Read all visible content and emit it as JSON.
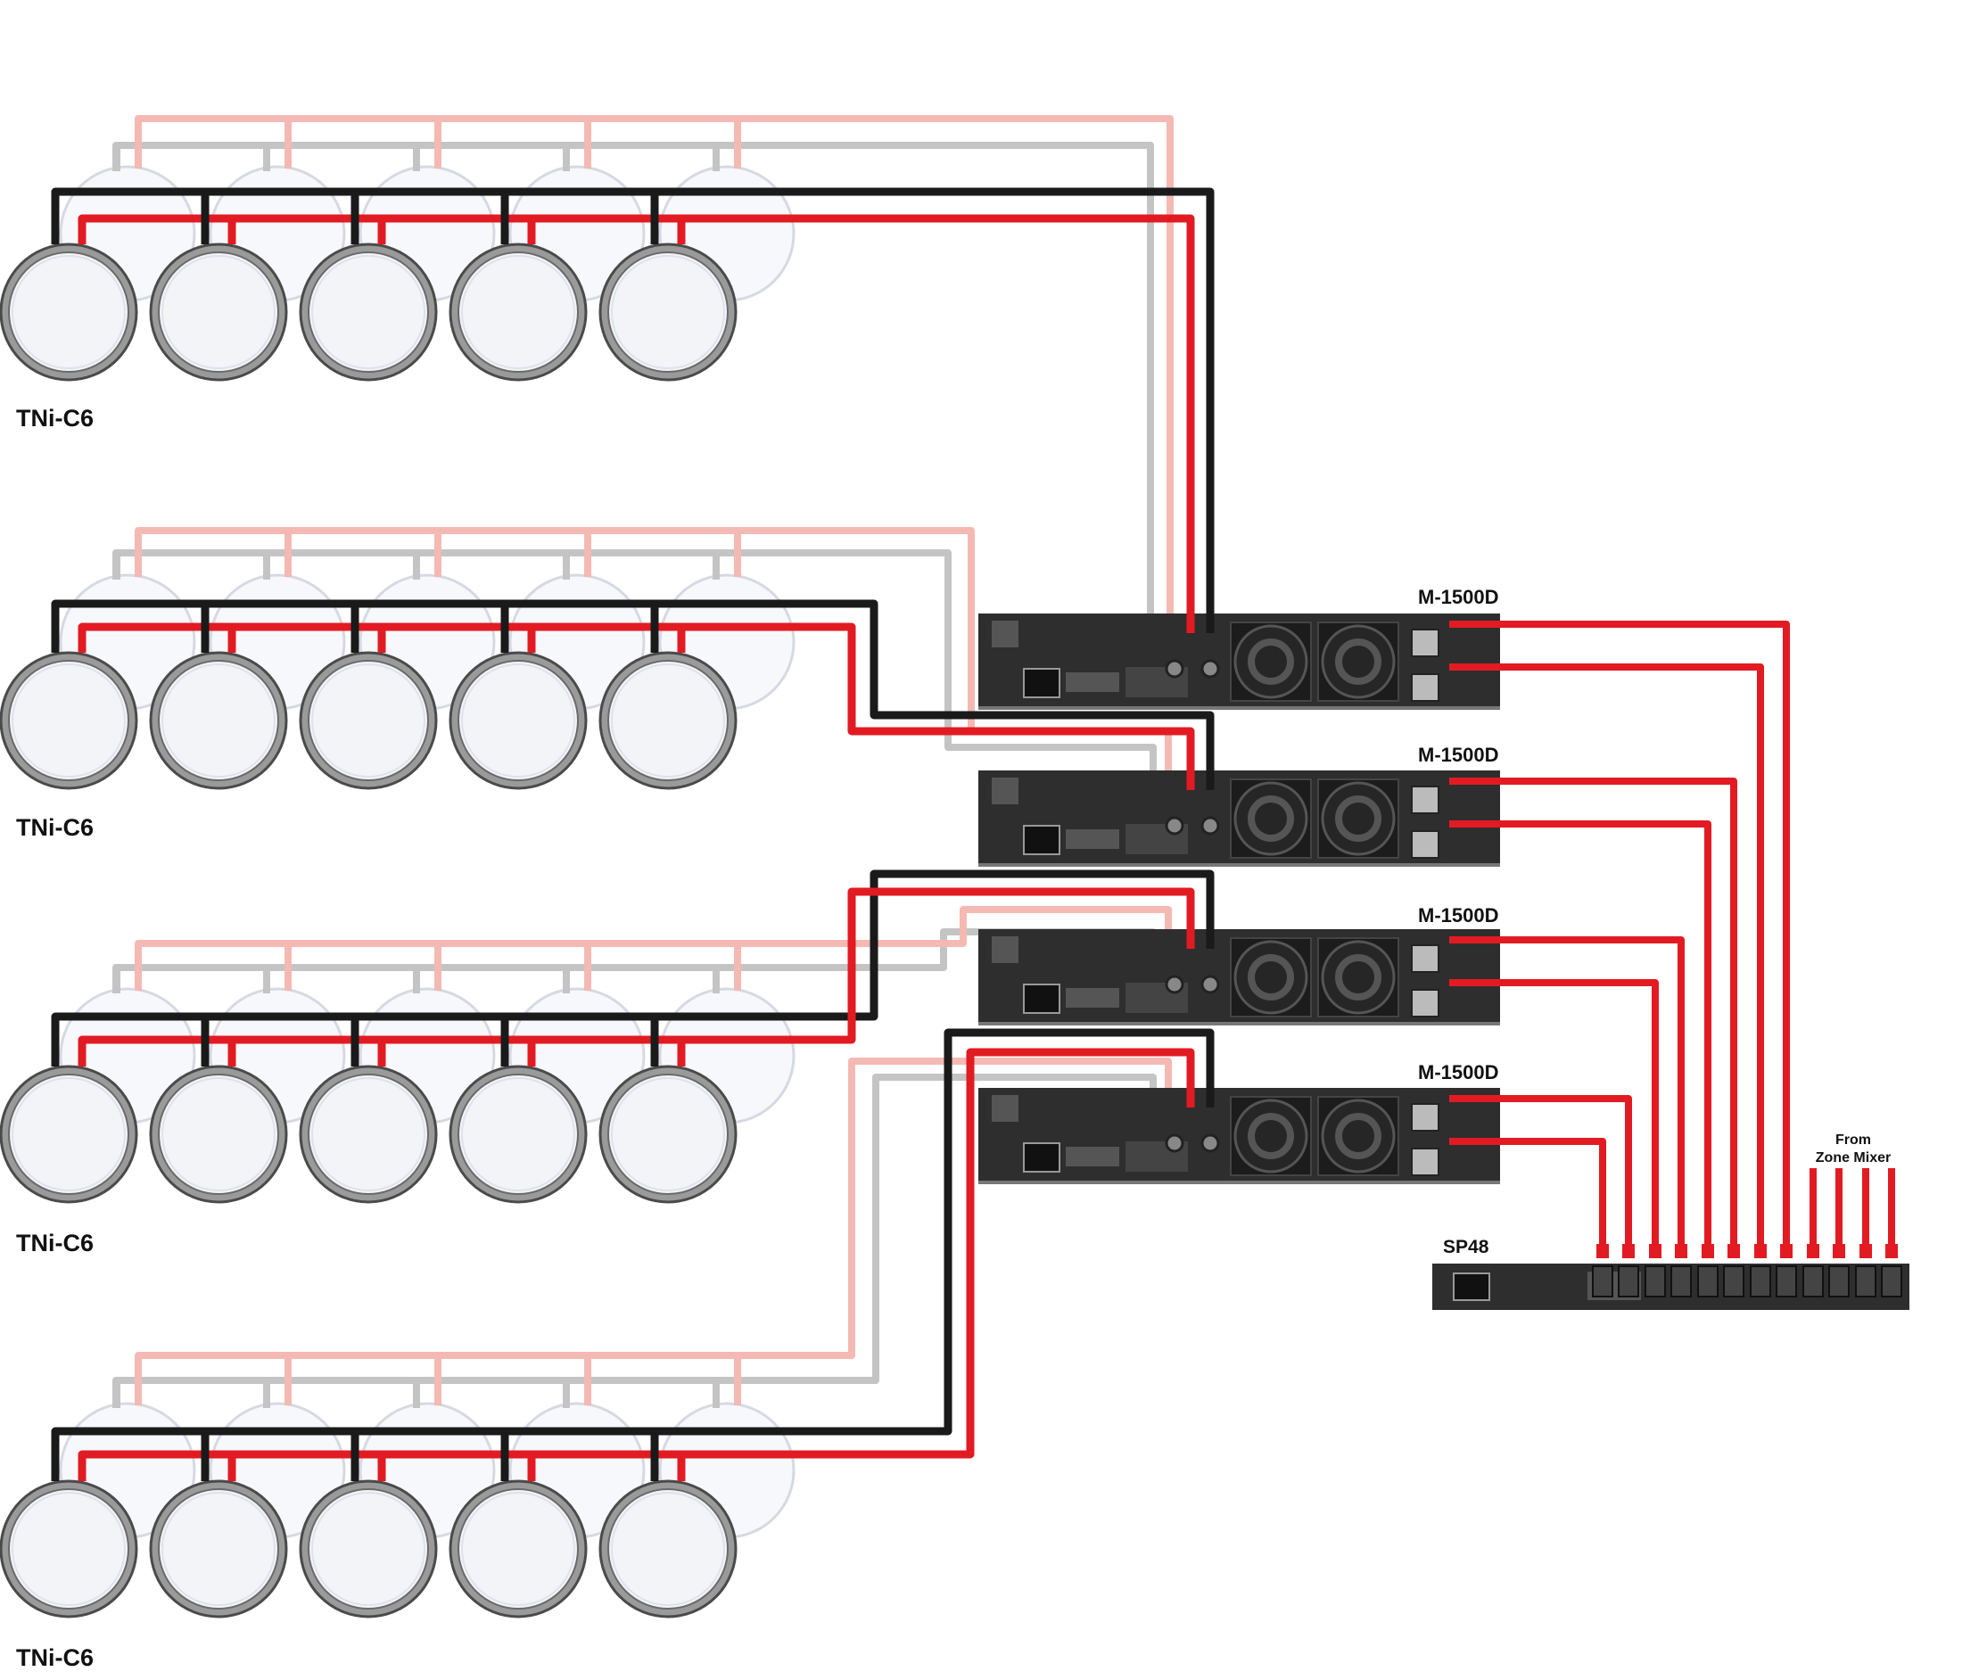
{
  "speaker_groups": [
    {
      "label": "TNi-C6"
    },
    {
      "label": "TNi-C6"
    },
    {
      "label": "TNi-C6"
    },
    {
      "label": "TNi-C6"
    }
  ],
  "amplifiers": [
    {
      "label": "M-1500D"
    },
    {
      "label": "M-1500D"
    },
    {
      "label": "M-1500D"
    },
    {
      "label": "M-1500D"
    }
  ],
  "processor": {
    "label": "SP48"
  },
  "source": {
    "line1": "From",
    "line2": "Zone Mixer"
  },
  "colors": {
    "red": "#e21b23",
    "black": "#1a1a1a",
    "pink": "#f4b9b3",
    "gray": "#c4c4c4",
    "device": "#2e2e2e"
  }
}
